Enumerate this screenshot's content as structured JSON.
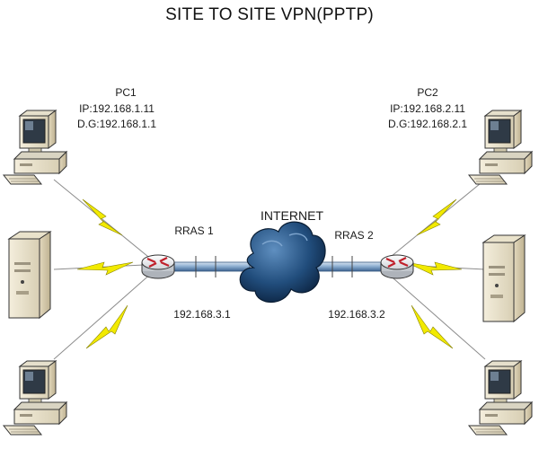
{
  "title": "SITE TO SITE VPN(PPTP)",
  "pc1": {
    "name": "PC1",
    "ip": "IP:192.168.1.11",
    "dg": "D.G:192.168.1.1"
  },
  "pc2": {
    "name": "PC2",
    "ip": "IP:192.168.2.11",
    "dg": "D.G:192.168.2.1"
  },
  "rras1": {
    "name": "RRAS 1",
    "ip": "192.168.3.1"
  },
  "rras2": {
    "name": "RRAS 2",
    "ip": "192.168.3.2"
  },
  "internet": {
    "name": "INTERNET"
  },
  "colors": {
    "link": "#5a7fa8",
    "lightning": "#f2ea00",
    "cloud": "#1f4a78",
    "router_arrow": "#c0202a"
  }
}
